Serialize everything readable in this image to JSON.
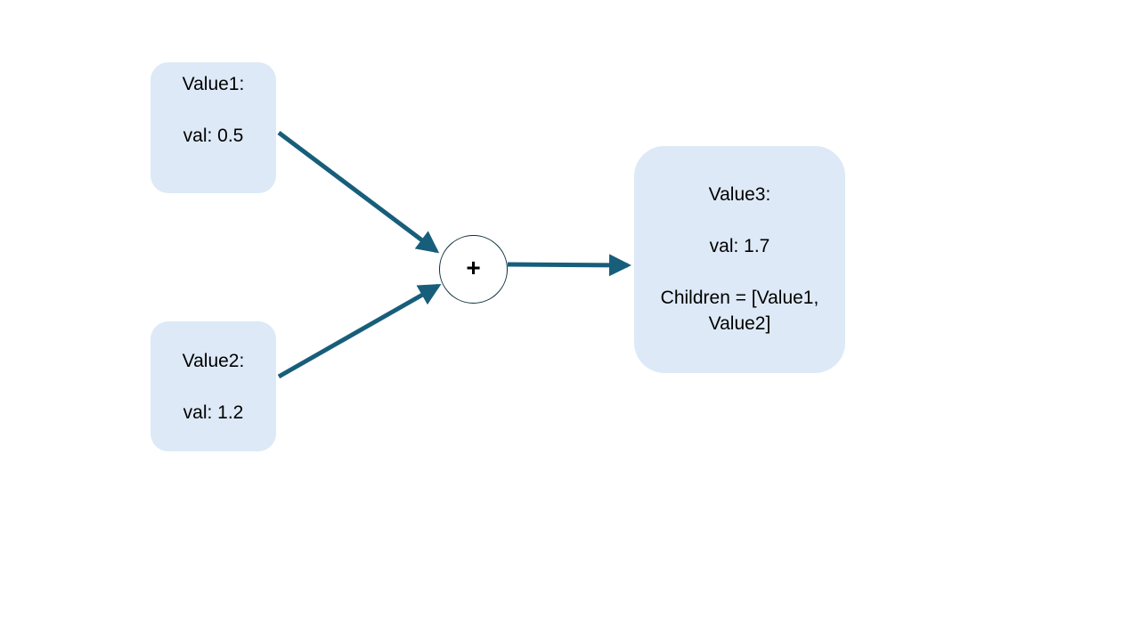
{
  "colors": {
    "node_fill": "#dde9f6",
    "edge": "#175e7b"
  },
  "nodes": {
    "value1": {
      "title": "Value1:",
      "val": "val: 0.5"
    },
    "value2": {
      "title": "Value2:",
      "val": "val: 1.2"
    },
    "value3": {
      "title": "Value3:",
      "val": "val: 1.7",
      "children_line1": "Children = [Value1,",
      "children_line2": "Value2]"
    }
  },
  "operation": {
    "symbol": "+"
  }
}
